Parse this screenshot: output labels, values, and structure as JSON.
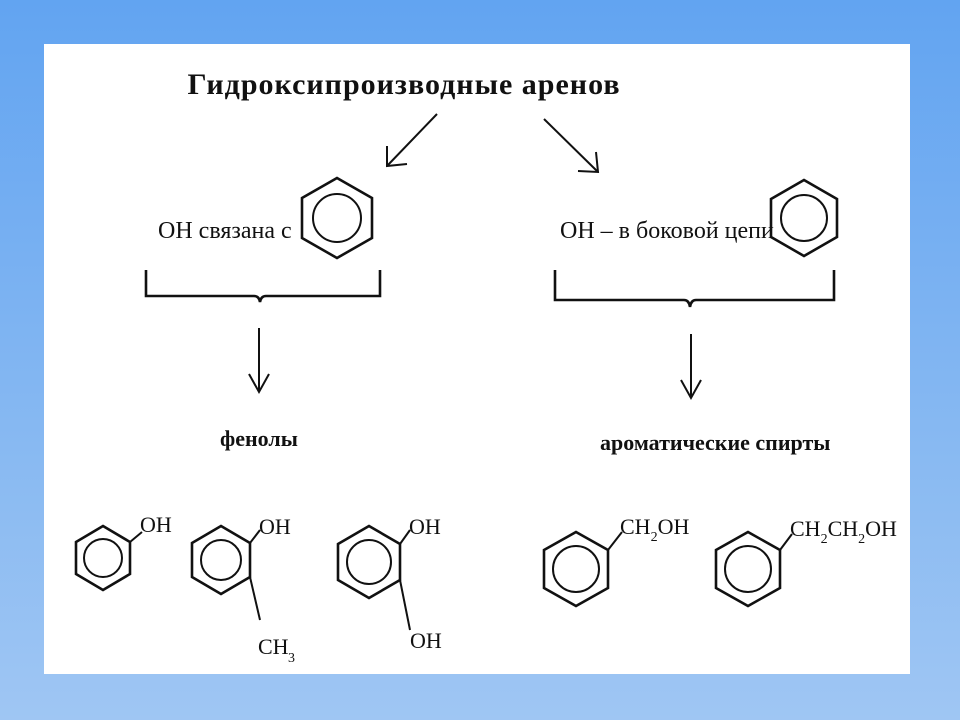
{
  "title": "Гидроксипроизводные аренов",
  "left_branch": {
    "label": "OH связана с",
    "category": "фенолы"
  },
  "right_branch": {
    "label": "OH – в боковой цепи",
    "category": "ароматические спирты"
  },
  "phenols": [
    {
      "substituent_top": "OH"
    },
    {
      "substituent_top": "OH",
      "substituent_bottom_main": "CH",
      "substituent_bottom_sub": "3"
    },
    {
      "substituent_top": "OH",
      "substituent_bottom": "OH"
    }
  ],
  "alcohols": [
    {
      "part1": "CH",
      "sub1": "2",
      "part2": "OH"
    },
    {
      "part1": "CH",
      "sub1": "2",
      "part2": "CH",
      "sub2": "2",
      "part3": "OH"
    }
  ]
}
